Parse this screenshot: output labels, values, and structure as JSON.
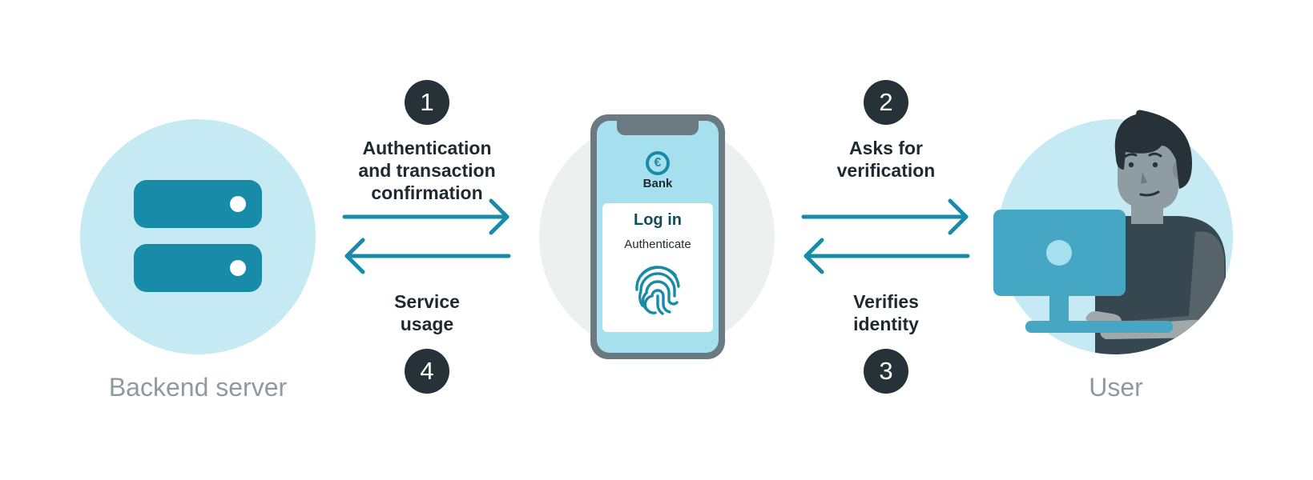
{
  "steps": [
    {
      "number": "1",
      "label_lines": [
        "Authentication",
        "and transaction",
        "confirmation"
      ]
    },
    {
      "number": "2",
      "label_lines": [
        "Asks for",
        "verification"
      ]
    },
    {
      "number": "3",
      "label_lines": [
        "Verifies",
        "identity"
      ]
    },
    {
      "number": "4",
      "label_lines": [
        "Service",
        "usage"
      ]
    }
  ],
  "nodes": {
    "server": {
      "caption": "Backend server"
    },
    "user": {
      "caption": "User"
    }
  },
  "phone": {
    "brand_icon_glyph": "€",
    "brand_name": "Bank",
    "card_title": "Log in",
    "card_subtitle": "Authenticate"
  },
  "icons": {
    "server": "server-icon",
    "phone": "smartphone-icon",
    "currency": "euro-icon",
    "biometric": "fingerprint-icon",
    "user": "person-at-computer-icon"
  },
  "colors": {
    "accent": "#178ba8",
    "light_blue_bg": "#c5eaf4",
    "grey_bg": "#eef0f0",
    "badge": "#263238",
    "caption": "#8f9aa0"
  }
}
